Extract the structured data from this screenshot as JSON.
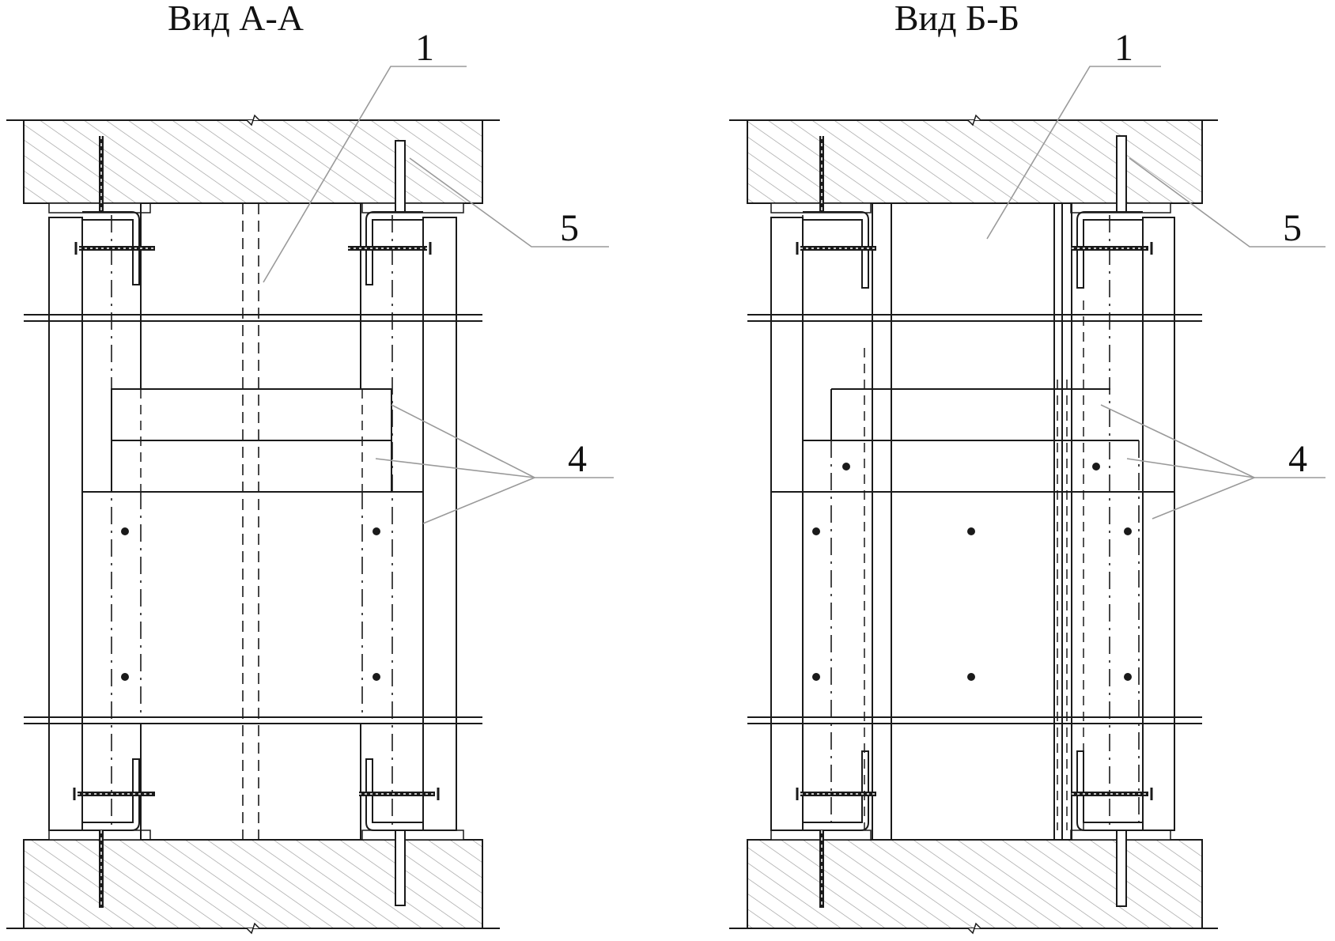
{
  "views": [
    {
      "id": "view-a",
      "title": "Вид А-А",
      "callouts": {
        "part_1": "1",
        "part_4": "4",
        "part_5": "5"
      }
    },
    {
      "id": "view-b",
      "title": "Вид Б-Б",
      "callouts": {
        "part_1": "1",
        "part_4": "4",
        "part_5": "5"
      }
    }
  ],
  "colors": {
    "line": "#1a1a1a",
    "hatch": "#8a8a8a",
    "leader": "#9a9a9a",
    "background": "#ffffff"
  }
}
